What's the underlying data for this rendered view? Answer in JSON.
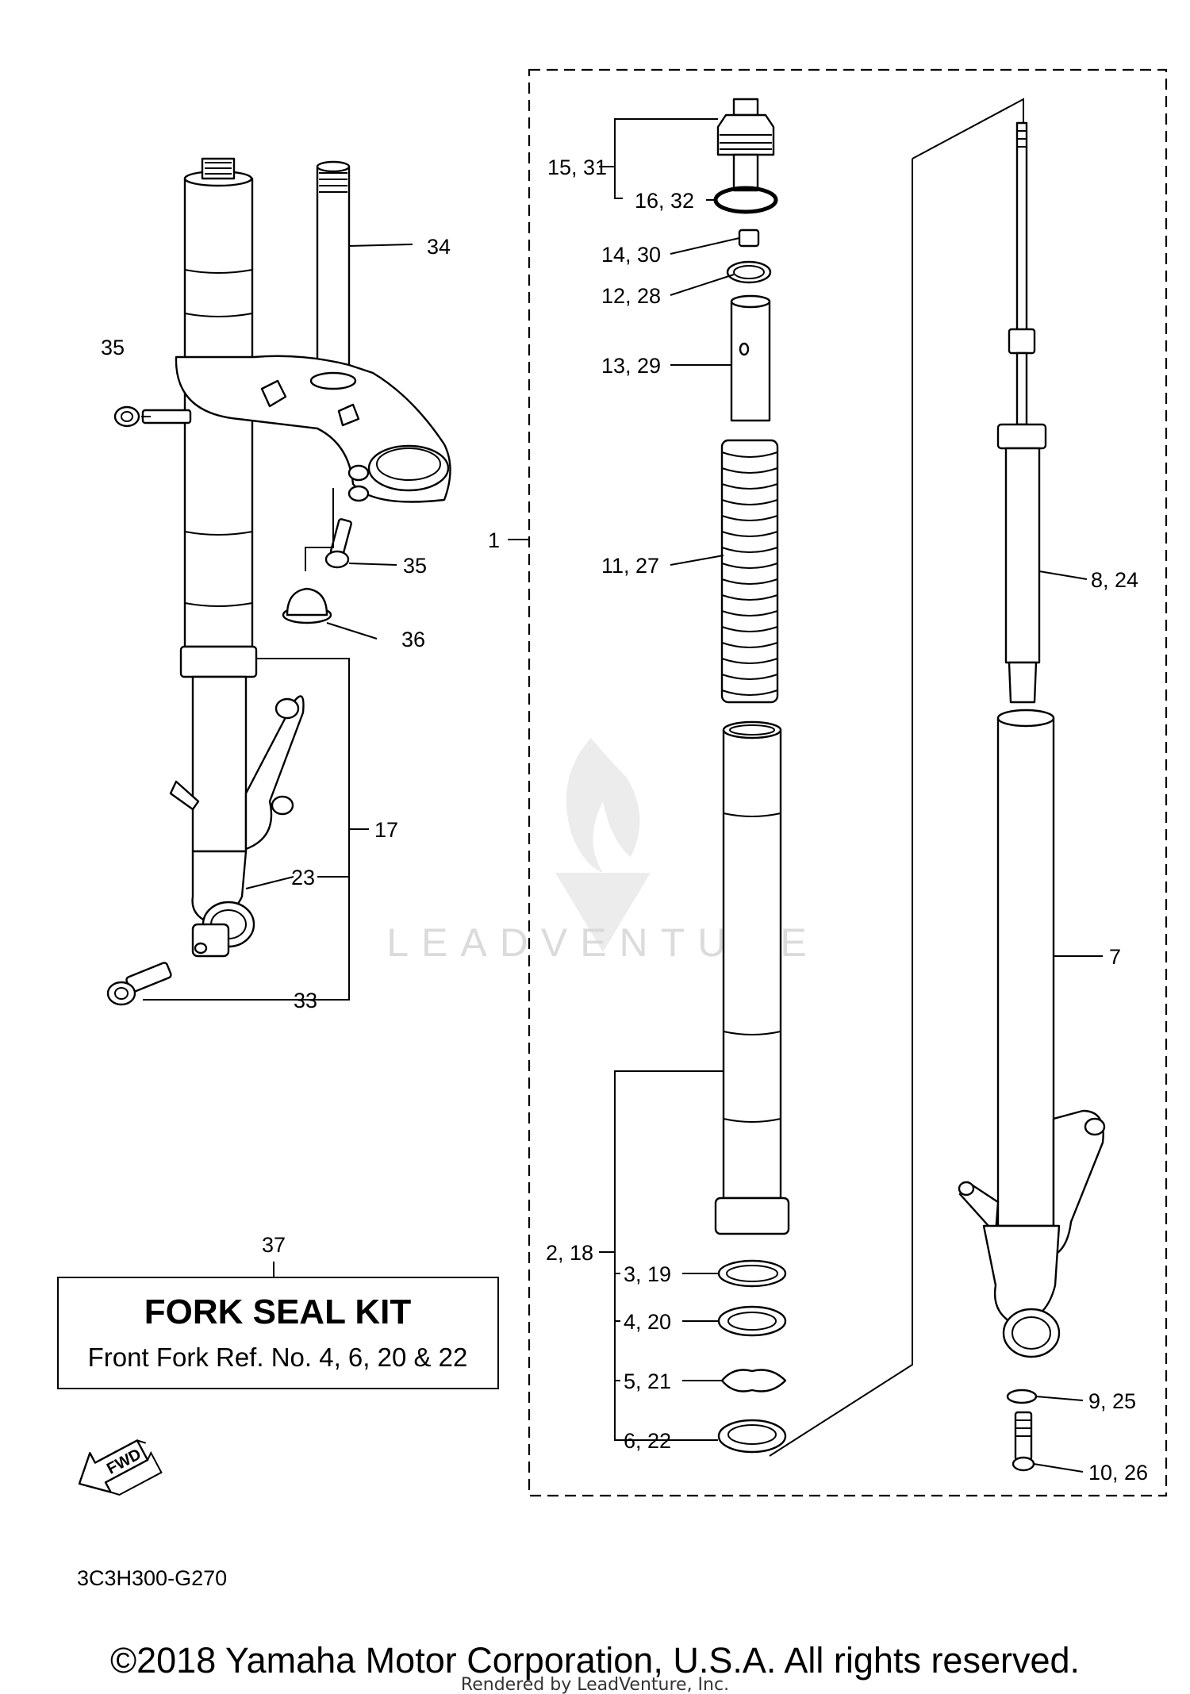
{
  "diagram_code": "3C3H300-G270",
  "fwd_label": "FWD",
  "watermark": "LEADVENTURE",
  "fork_seal_kit": {
    "ref_number": "37",
    "title": "FORK SEAL KIT",
    "subtitle": "Front Fork Ref. No. 4, 6, 20 & 22"
  },
  "callouts": {
    "c1": "1",
    "c2_18": "2, 18",
    "c3_19": "3, 19",
    "c4_20": "4, 20",
    "c5_21": "5, 21",
    "c6_22": "6, 22",
    "c7": "7",
    "c8_24": "8, 24",
    "c9_25": "9, 25",
    "c10_26": "10, 26",
    "c11_27": "11, 27",
    "c12_28": "12, 28",
    "c13_29": "13, 29",
    "c14_30": "14, 30",
    "c15_31": "15, 31",
    "c16_32": "16, 32",
    "c17": "17",
    "c23": "23",
    "c33": "33",
    "c34": "34",
    "c35a": "35",
    "c35b": "35",
    "c36": "36"
  },
  "footer": {
    "copyright": "©2018 Yamaha Motor Corporation, U.S.A. All rights reserved.",
    "rendered_by": "Rendered by LeadVenture, Inc."
  }
}
